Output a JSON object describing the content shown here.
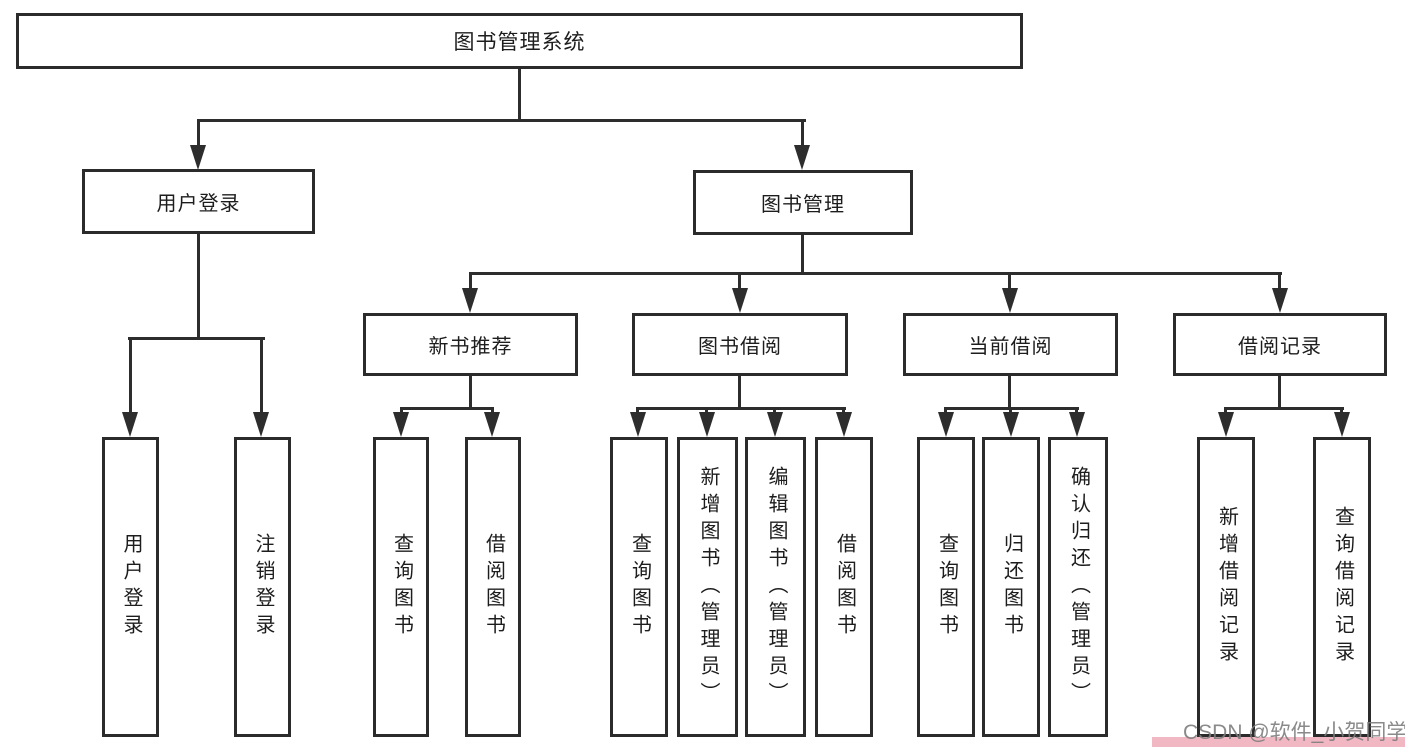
{
  "diagram": {
    "type": "hierarchy-diagram",
    "tree": {
      "root": "图书管理系统",
      "level2": [
        {
          "label": "用户登录",
          "children": [
            "用户登录",
            "注销登录"
          ]
        },
        {
          "label": "图书管理",
          "children": [
            {
              "label": "新书推荐",
              "children": [
                "查询图书",
                "借阅图书"
              ]
            },
            {
              "label": "图书借阅",
              "children": [
                "查询图书",
                "新增图书（管理员）",
                "编辑图书（管理员）",
                "借阅图书"
              ]
            },
            {
              "label": "当前借阅",
              "children": [
                "查询图书",
                "归还图书",
                "确认归还（管理员）"
              ]
            },
            {
              "label": "借阅记录",
              "children": [
                "新增借阅记录",
                "查询借阅记录"
              ]
            }
          ]
        }
      ]
    },
    "colors": {
      "line": "#2d2d2d",
      "box_border": "#2b2b2b",
      "box_fill": "#ffffff",
      "text": "#1d1d1d",
      "watermark_text": "#7d7d7d",
      "watermark_strip": "#eca0af"
    }
  },
  "watermark": {
    "text": "CSDN @软件_小贺同学"
  }
}
